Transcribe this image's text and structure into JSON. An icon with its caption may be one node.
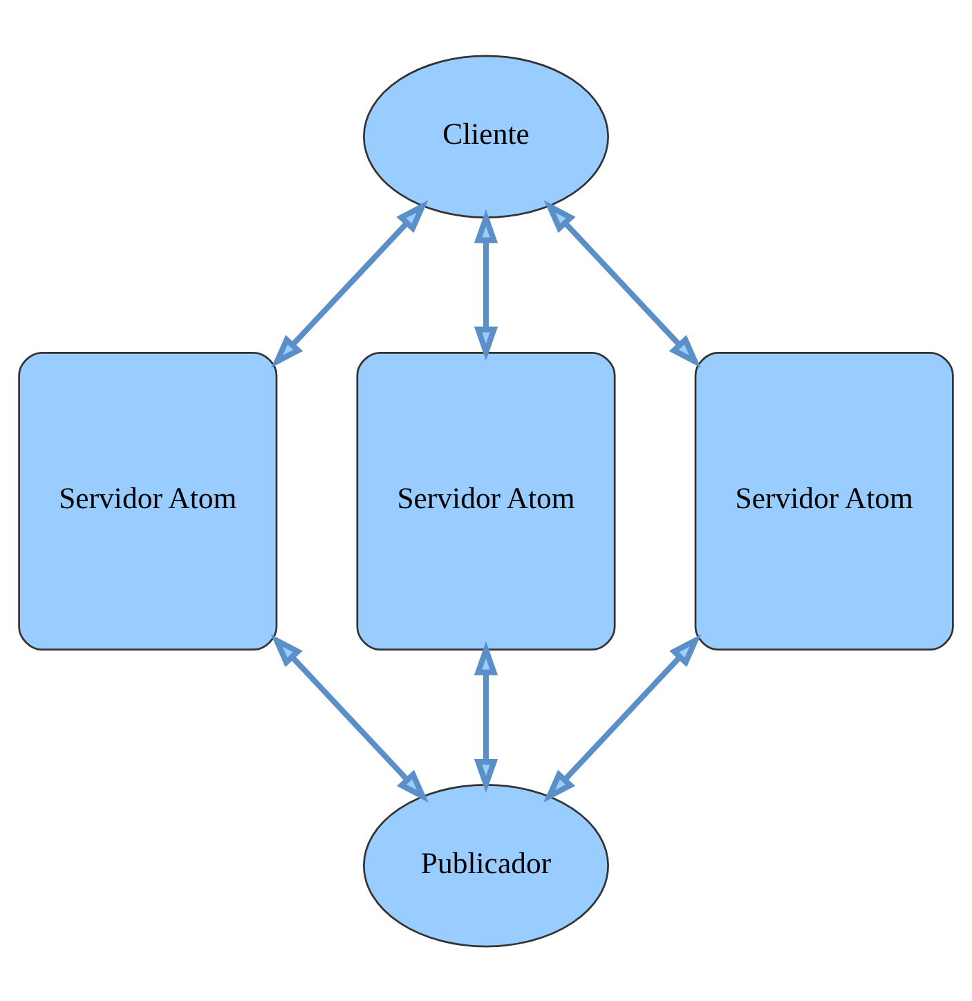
{
  "diagram": {
    "nodes": [
      {
        "text": [
          "Cliente"
        ]
      },
      {
        "text": [
          "Servidor Atom"
        ]
      },
      {
        "text": [
          "Servidor Atom"
        ]
      },
      {
        "text": [
          "Servidor Atom"
        ]
      },
      {
        "text": [
          "Publicador"
        ]
      }
    ],
    "edges": [
      {
        "from": 0,
        "to": 1,
        "arrow": "both"
      },
      {
        "from": 0,
        "to": 2,
        "arrow": "both"
      },
      {
        "from": 0,
        "to": 3,
        "arrow": "both"
      },
      {
        "from": 1,
        "to": 4,
        "arrow": "both"
      },
      {
        "from": 2,
        "to": 4,
        "arrow": "both"
      },
      {
        "from": 3,
        "to": 4,
        "arrow": "both"
      }
    ]
  }
}
